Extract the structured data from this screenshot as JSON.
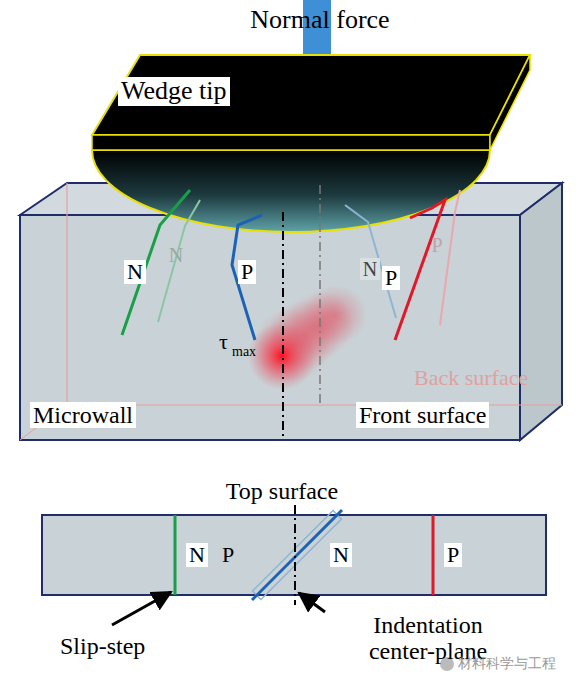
{
  "diagram": {
    "labels": [
      "Normal force",
      "Wedge tip",
      "N",
      "N",
      "P",
      "N",
      "P",
      "P",
      "τ",
      "max",
      "Back surface",
      "Microwall",
      "Front surface",
      "Top surface",
      "N",
      "P",
      "N",
      "P",
      "Slip-step",
      "Indentation center-plane",
      "材料科学与工程"
    ]
  }
}
